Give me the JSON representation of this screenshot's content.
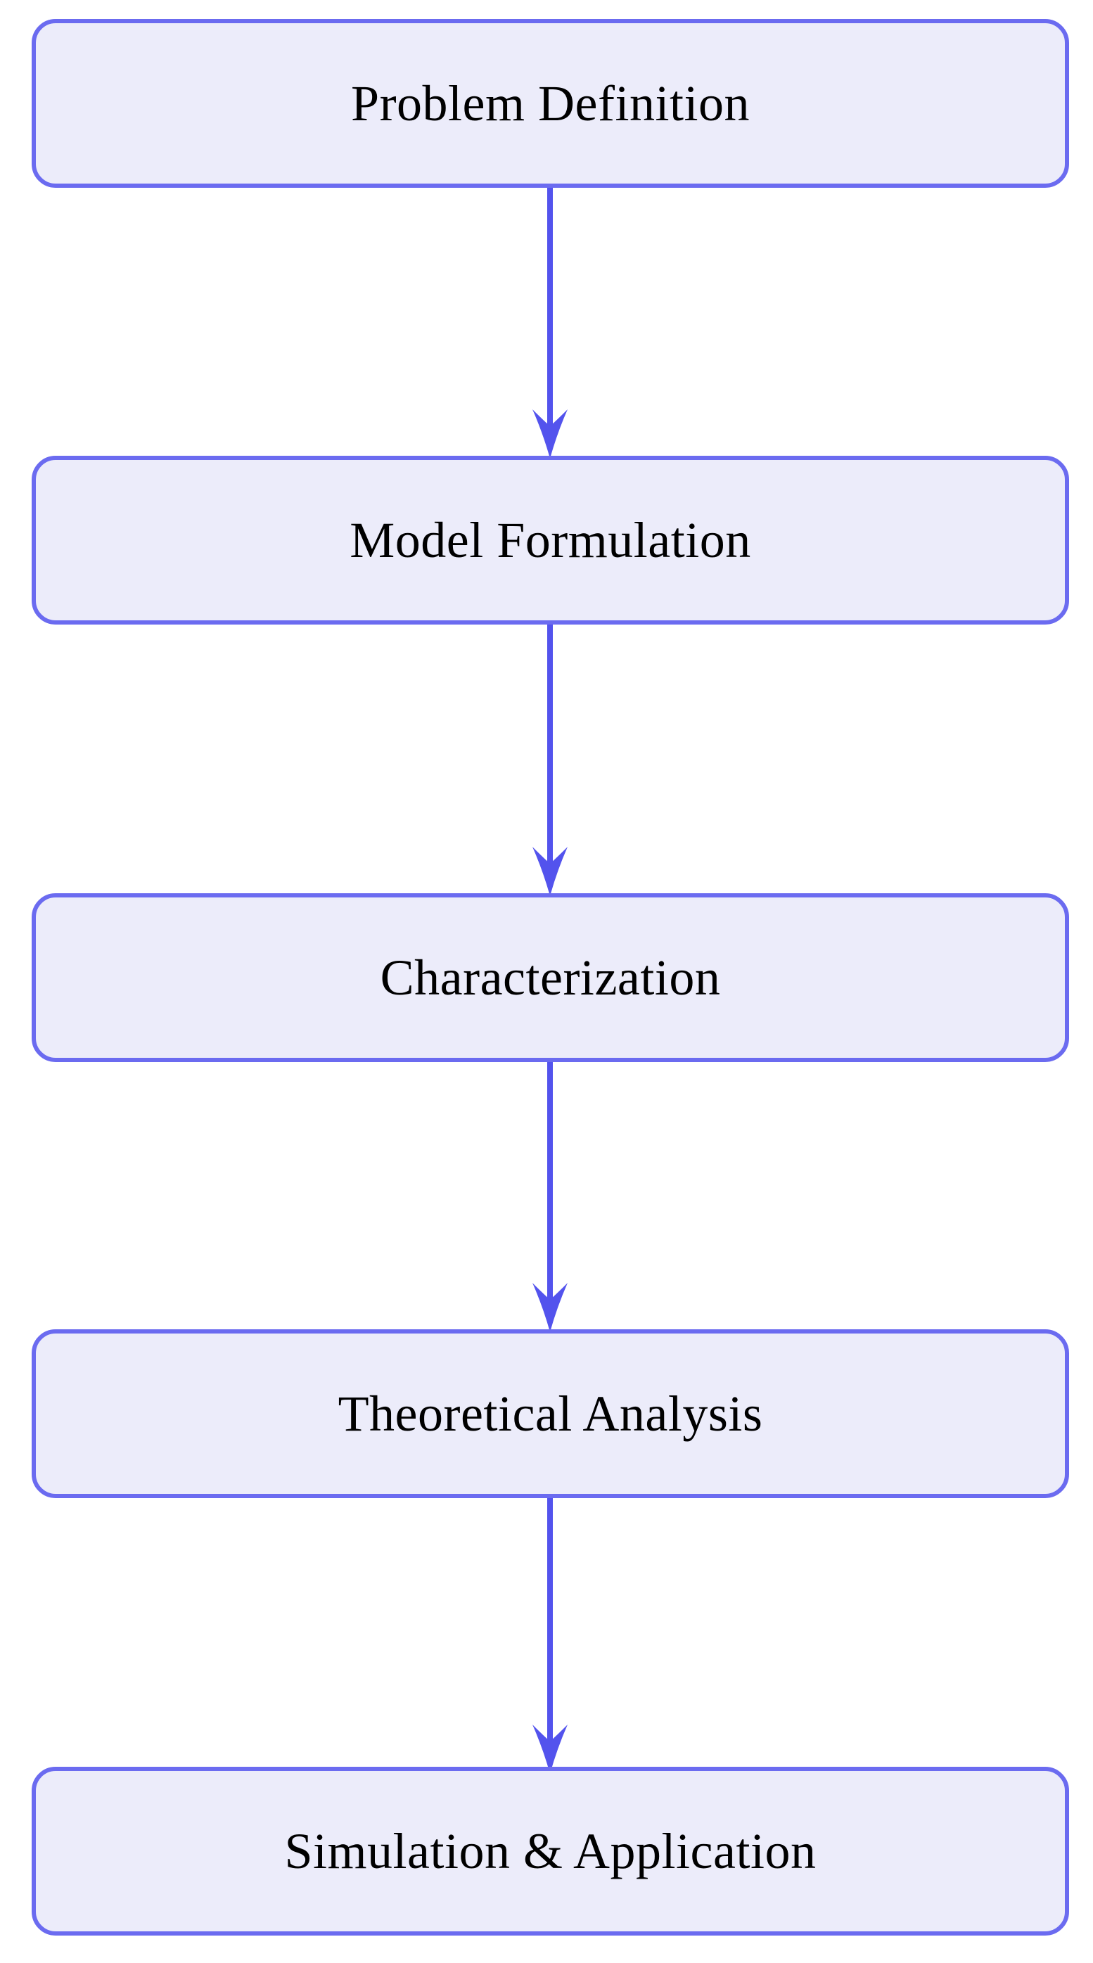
{
  "diagram": {
    "type": "flowchart",
    "direction": "top-down",
    "steps": [
      {
        "id": 1,
        "label": "Problem Definition"
      },
      {
        "id": 2,
        "label": "Model Formulation"
      },
      {
        "id": 3,
        "label": "Characterization"
      },
      {
        "id": 4,
        "label": "Theoretical Analysis"
      },
      {
        "id": 5,
        "label": "Simulation & Application"
      }
    ],
    "connections": [
      {
        "from": "Problem Definition",
        "to": "Model Formulation"
      },
      {
        "from": "Model Formulation",
        "to": "Characterization"
      },
      {
        "from": "Characterization",
        "to": "Theoretical Analysis"
      },
      {
        "from": "Theoretical Analysis",
        "to": "Simulation & Application"
      }
    ],
    "colors": {
      "node_fill": "#ececfa",
      "node_border": "#6b6bf0",
      "arrow": "#5353ed",
      "text": "#000000",
      "background": "#ffffff"
    }
  }
}
